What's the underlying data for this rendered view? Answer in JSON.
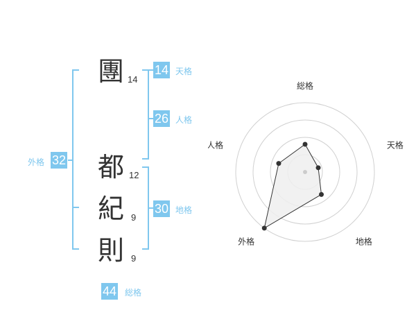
{
  "name_chars": [
    {
      "char": "團",
      "strokes": "14"
    },
    {
      "char": "都",
      "strokes": "12"
    },
    {
      "char": "紀",
      "strokes": "9"
    },
    {
      "char": "則",
      "strokes": "9"
    }
  ],
  "kaku": {
    "tenkaku": {
      "label": "天格",
      "value": "14"
    },
    "jinkaku": {
      "label": "人格",
      "value": "26"
    },
    "chikaku": {
      "label": "地格",
      "value": "30"
    },
    "gaikaku": {
      "label": "外格",
      "value": "32"
    },
    "soukaku": {
      "label": "総格",
      "value": "44"
    }
  },
  "colors": {
    "accent": "#7fc7ee",
    "text": "#333333",
    "grid": "#d0d0d0",
    "fill": "#eeeeee"
  },
  "chart_data": {
    "type": "radar",
    "axes": [
      "総格",
      "天格",
      "地格",
      "外格",
      "人格"
    ],
    "values": [
      2,
      1,
      2,
      5,
      2
    ],
    "max": 5,
    "rings": 4,
    "grid": true
  }
}
